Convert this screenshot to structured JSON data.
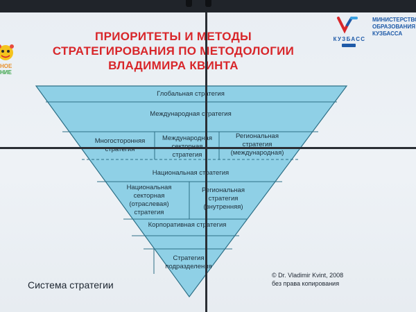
{
  "slide": {
    "title_lines": [
      "ПРИОРИТЕТЫ И МЕТОДЫ",
      "СТРАТЕГИРОВАНИЯ ПО МЕТОДОЛОГИИ",
      "ВЛАДИМИРА КВИНТА"
    ],
    "title_color": "#d8262a",
    "pyramid_fill": "#8fd0e6",
    "pyramid_stroke": "#2d6f86",
    "levels": {
      "global": "Глобальная стратегия",
      "international": "Международная стратегия",
      "multilateral": [
        "Многосторонняя",
        "стратегия"
      ],
      "intl_sectoral": [
        "Международная",
        "секторная",
        "стратегия"
      ],
      "regional_intl": [
        "Региональная",
        "стратегия",
        "(международная)"
      ],
      "national": "Национальная стратегия",
      "national_sectoral": [
        "Национальная",
        "секторная",
        "(отраслевая)",
        "стратегия"
      ],
      "regional_internal": [
        "Региональная",
        "стратегия",
        "(внутренняя)"
      ],
      "corporate": "Корпоративная стратегия",
      "subdivision": [
        "Стратегия",
        "подразделения"
      ]
    },
    "footer_label": "Система стратегии",
    "copyright_lines": [
      "© Dr. Vladimir Kvint, 2008",
      "без права копирования"
    ]
  },
  "logos": {
    "kuzbass_word": "КУЗБАСС",
    "ministry_lines": [
      "МИНИСТЕРСТВО",
      "ОБРАЗОВАНИЯ",
      "КУЗБАССА"
    ],
    "kids_fragment_lines": [
      "НОЕ",
      "НИЕ"
    ]
  }
}
